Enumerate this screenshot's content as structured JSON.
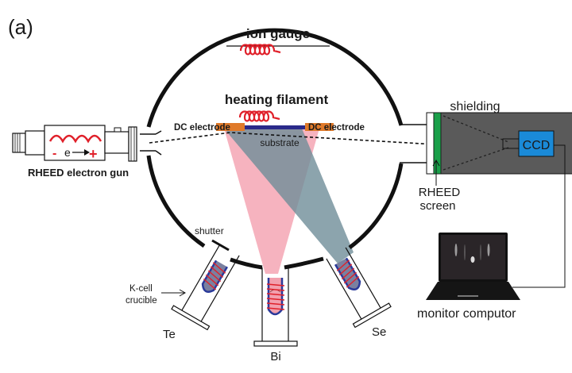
{
  "figure": {
    "panel_label": "(a)",
    "colors": {
      "chamber": "#111111",
      "filament": "#e0202a",
      "electrode": "#e07a2a",
      "substrate": "#2a2a8a",
      "beam_pink": "#f4a6b4",
      "beam_gray": "#6f8d98",
      "crucible_outline": "#2a3a9a",
      "crucible_fill_gray": "#7a80a0",
      "crucible_fill_pink": "#f2a0ae",
      "shielding": "#5a5a5a",
      "screen": "#1aa04a",
      "ccd": "#1a8ad8",
      "laptop": "#111111"
    }
  },
  "labels": {
    "ion_gauge": "ion gauge",
    "heating_filament": "heating filament",
    "dc_electrode_left": "DC electrode",
    "dc_electrode_right": "DC electrode",
    "substrate": "substrate",
    "electron_gun": "RHEED electron gun",
    "gun_minus": "-",
    "gun_electron": "e",
    "gun_plus": "+",
    "shielding": "shielding",
    "ccd": "CCD",
    "rheed_screen_line1": "RHEED",
    "rheed_screen_line2": "screen",
    "monitor_computer": "monitor computor",
    "shutter": "shutter",
    "kcell_line1": "K-cell",
    "kcell_line2": "crucible",
    "source_te": "Te",
    "source_bi": "Bi",
    "source_se": "Se"
  }
}
